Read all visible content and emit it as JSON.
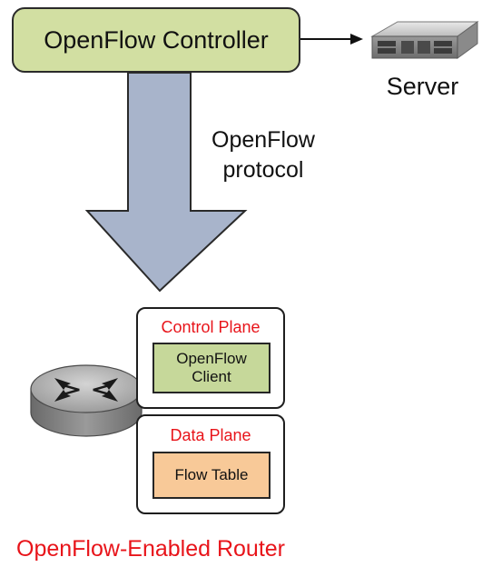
{
  "controller": {
    "label": "OpenFlow Controller"
  },
  "server": {
    "label": "Server"
  },
  "protocol": {
    "line1": "OpenFlow",
    "line2": "protocol"
  },
  "control_plane": {
    "title": "Control Plane",
    "client_line1": "OpenFlow",
    "client_line2": "Client"
  },
  "data_plane": {
    "title": "Data Plane",
    "table_label": "Flow Table"
  },
  "router": {
    "label": "OpenFlow-Enabled Router"
  },
  "colors": {
    "controller_fill": "#d2dfa2",
    "arrow_fill": "#a8b4cb",
    "client_fill": "#c6d89a",
    "flow_table_fill": "#f8c998",
    "label_red": "#e8141a"
  }
}
